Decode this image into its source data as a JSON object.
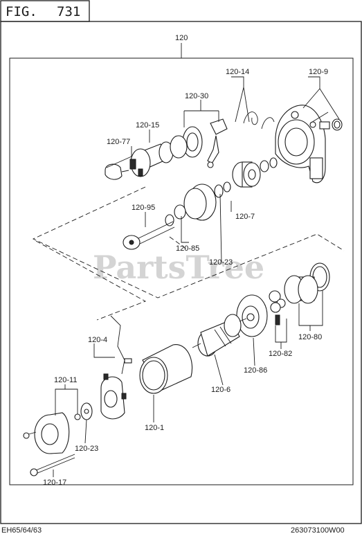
{
  "figure": {
    "prefix": "FIG.",
    "number": "731"
  },
  "assembly_label": "120",
  "watermark": "PartsTree",
  "footer": {
    "models": "EH65/64/63",
    "code": "263073100W00"
  },
  "callouts": {
    "c120_14": "120-14",
    "c120_9": "120-9",
    "c120_30": "120-30",
    "c120_15": "120-15",
    "c120_77": "120-77",
    "c120_95": "120-95",
    "c120_7": "120-7",
    "c120_85": "120-85",
    "c120_23_top": "120-23",
    "c120_4": "120-4",
    "c120_11": "120-11",
    "c120_6": "120-6",
    "c120_86": "120-86",
    "c120_82": "120-82",
    "c120_80": "120-80",
    "c120_1": "120-1",
    "c120_23_bottom": "120-23",
    "c120_17": "120-17"
  }
}
